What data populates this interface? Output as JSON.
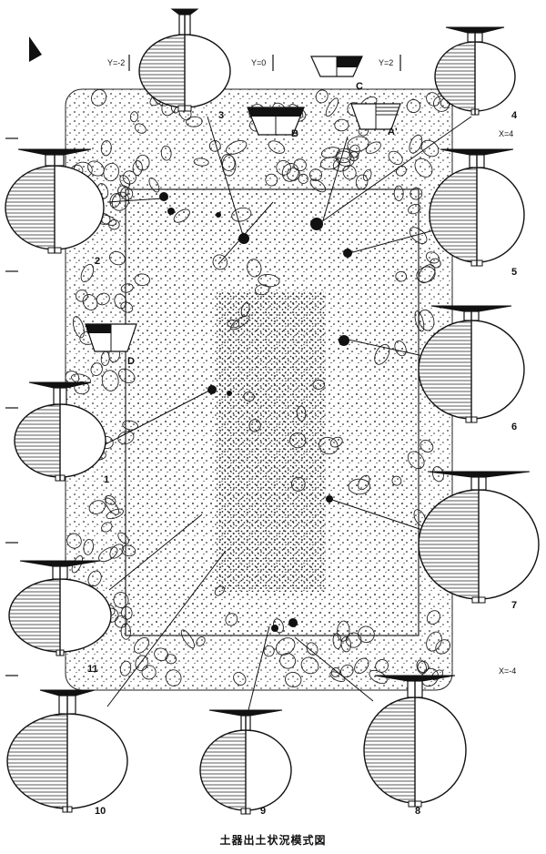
{
  "caption": "土器出土状況模式図",
  "coords": {
    "y_minus_2": "Y=-2",
    "y_0": "Y=0",
    "y_2": "Y=2",
    "x_4": "X=4",
    "x_minus_4": "X=-4"
  },
  "vessels": [
    {
      "id": "v3",
      "label": "3"
    },
    {
      "id": "v4",
      "label": "4"
    },
    {
      "id": "v2",
      "label": "2"
    },
    {
      "id": "v5",
      "label": "5"
    },
    {
      "id": "v6",
      "label": "6"
    },
    {
      "id": "v1",
      "label": "1"
    },
    {
      "id": "v7",
      "label": "7"
    },
    {
      "id": "v11",
      "label": "11"
    },
    {
      "id": "v10",
      "label": "10"
    },
    {
      "id": "v9",
      "label": "9"
    },
    {
      "id": "v8",
      "label": "8"
    }
  ],
  "bowls": [
    {
      "id": "bC",
      "label": "C"
    },
    {
      "id": "bB",
      "label": "B"
    },
    {
      "id": "bA",
      "label": "A'"
    },
    {
      "id": "bD",
      "label": "D"
    }
  ],
  "colors": {
    "ink": "#111111",
    "paper": "#ffffff"
  }
}
